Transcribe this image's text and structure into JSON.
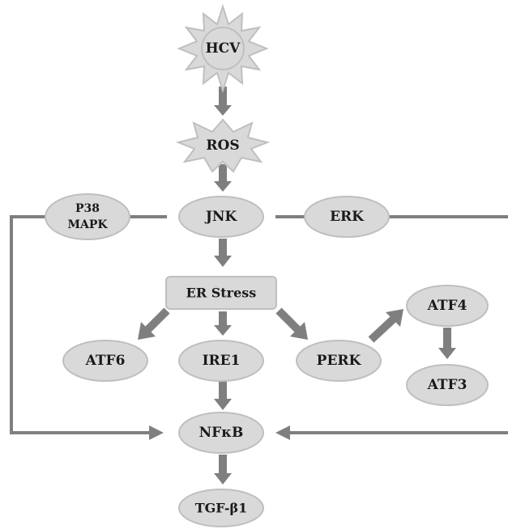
{
  "nodes": {
    "hcv": "HCV",
    "ros": "ROS",
    "p38_line1": "P38",
    "p38_line2": "MAPK",
    "jnk": "JNK",
    "erk": "ERK",
    "er_stress": "ER Stress",
    "atf6": "ATF6",
    "ire1": "IRE1",
    "perk": "PERK",
    "atf4": "ATF4",
    "atf3": "ATF3",
    "nfkb": "NFκB",
    "tgfb1": "TGF-β1"
  },
  "colors": {
    "node_fill": "#d9d9d9",
    "node_stroke": "#bfbfbf",
    "connector": "#7f7f7f"
  }
}
